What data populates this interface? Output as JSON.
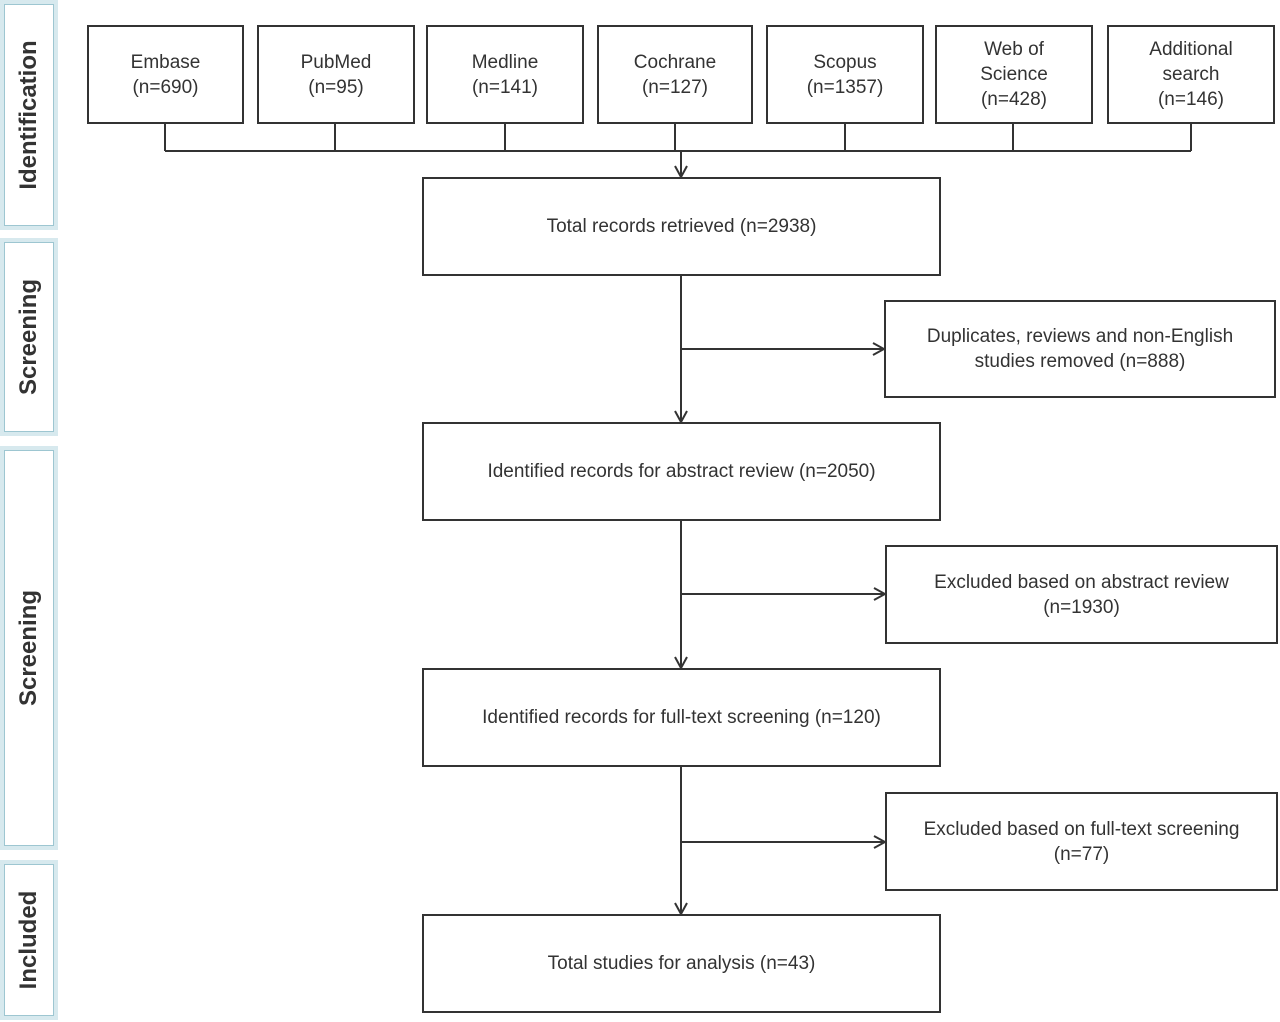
{
  "stages": [
    {
      "label": "Identification"
    },
    {
      "label": "Screening"
    },
    {
      "label": "Screening"
    },
    {
      "label": "Included"
    }
  ],
  "sources": [
    {
      "name": "Embase",
      "name2": "",
      "count": "(n=690)"
    },
    {
      "name": "PubMed",
      "name2": "",
      "count": "(n=95)"
    },
    {
      "name": "Medline",
      "name2": "",
      "count": "(n=141)"
    },
    {
      "name": "Cochrane",
      "name2": "",
      "count": "(n=127)"
    },
    {
      "name": "Scopus",
      "name2": "",
      "count": "(n=1357)"
    },
    {
      "name": "Web of",
      "name2": "Science",
      "count": "(n=428)"
    },
    {
      "name": "Additional",
      "name2": "search",
      "count": "(n=146)"
    }
  ],
  "flow": {
    "total": "Total records retrieved (n=2938)",
    "abstract": "Identified records for abstract review (n=2050)",
    "fulltext": "Identified records for full-text screening (n=120)",
    "final": "Total studies for analysis (n=43)"
  },
  "exclusions": {
    "duplicates": {
      "line1": "Duplicates, reviews and non-English",
      "line2": "studies removed (n=888)"
    },
    "abstract": {
      "line1": "Excluded based on abstract review",
      "line2": "(n=1930)"
    },
    "fulltext": {
      "line1": "Excluded based on full-text screening",
      "line2": "(n=77)"
    }
  }
}
